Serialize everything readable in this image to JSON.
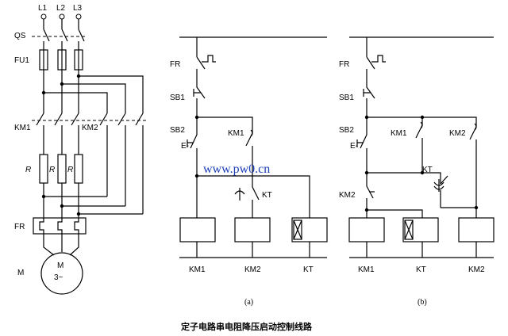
{
  "main_circuit": {
    "phase_labels": [
      "L1",
      "L2",
      "L3"
    ],
    "qs_label": "QS",
    "fuse_label": "FU1",
    "km1_label": "KM1",
    "km2_label": "KM2",
    "resistor_label": "R",
    "fr_label": "FR",
    "motor_terminal_label": "M",
    "motor_symbol": "M",
    "motor_rating": "3~"
  },
  "circuit_a": {
    "fr_label": "FR",
    "sb1_label": "SB1",
    "sb2_label": "SB2",
    "km1_aux_label": "KM1",
    "kt_label": "KT",
    "coils": [
      "KM1",
      "KM2",
      "KT"
    ],
    "caption": "(a)"
  },
  "circuit_b": {
    "fr_label": "FR",
    "sb1_label": "SB1",
    "sb2_label": "SB2",
    "km1_aux_label": "KM1",
    "km2_aux_label": "KM2",
    "kt_label": "KT",
    "km2_nc_label": "KM2",
    "coils": [
      "KM1",
      "KT",
      "KM2"
    ],
    "caption": "(b)"
  },
  "watermark": "www.pw0.cn",
  "title": "定子电路串电阻降压启动控制线路"
}
